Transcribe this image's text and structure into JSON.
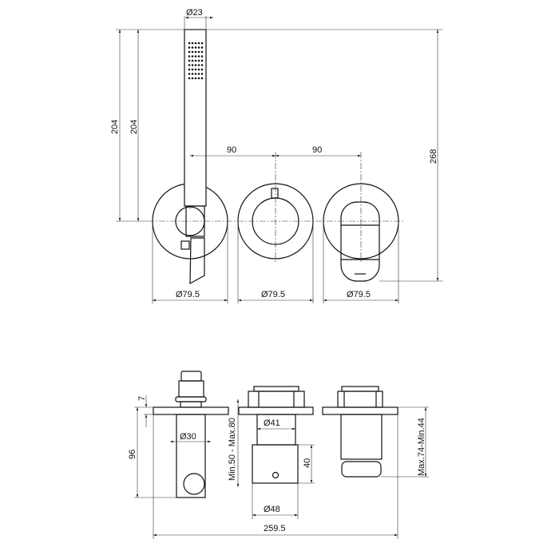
{
  "top_view": {
    "handshower_diameter": "Ø23",
    "height_left_1": "204",
    "height_left_2": "204",
    "total_height": "268",
    "spacing_1": "90",
    "spacing_2": "90",
    "plate_diameter_1": "Ø79.5",
    "plate_diameter_2": "Ø79.5",
    "plate_diameter_3": "Ø79.5"
  },
  "side_view": {
    "plate_thickness": "7",
    "outlet_depth": "96",
    "outlet_diameter": "Ø30",
    "body_diameter": "Ø41",
    "block_diameter": "Ø48",
    "block_height": "40",
    "install_range_left": "Min.50 - Max.80",
    "install_range_right": "Max.74-Min.44",
    "total_width": "259.5"
  },
  "colors": {
    "line": "#111111"
  }
}
